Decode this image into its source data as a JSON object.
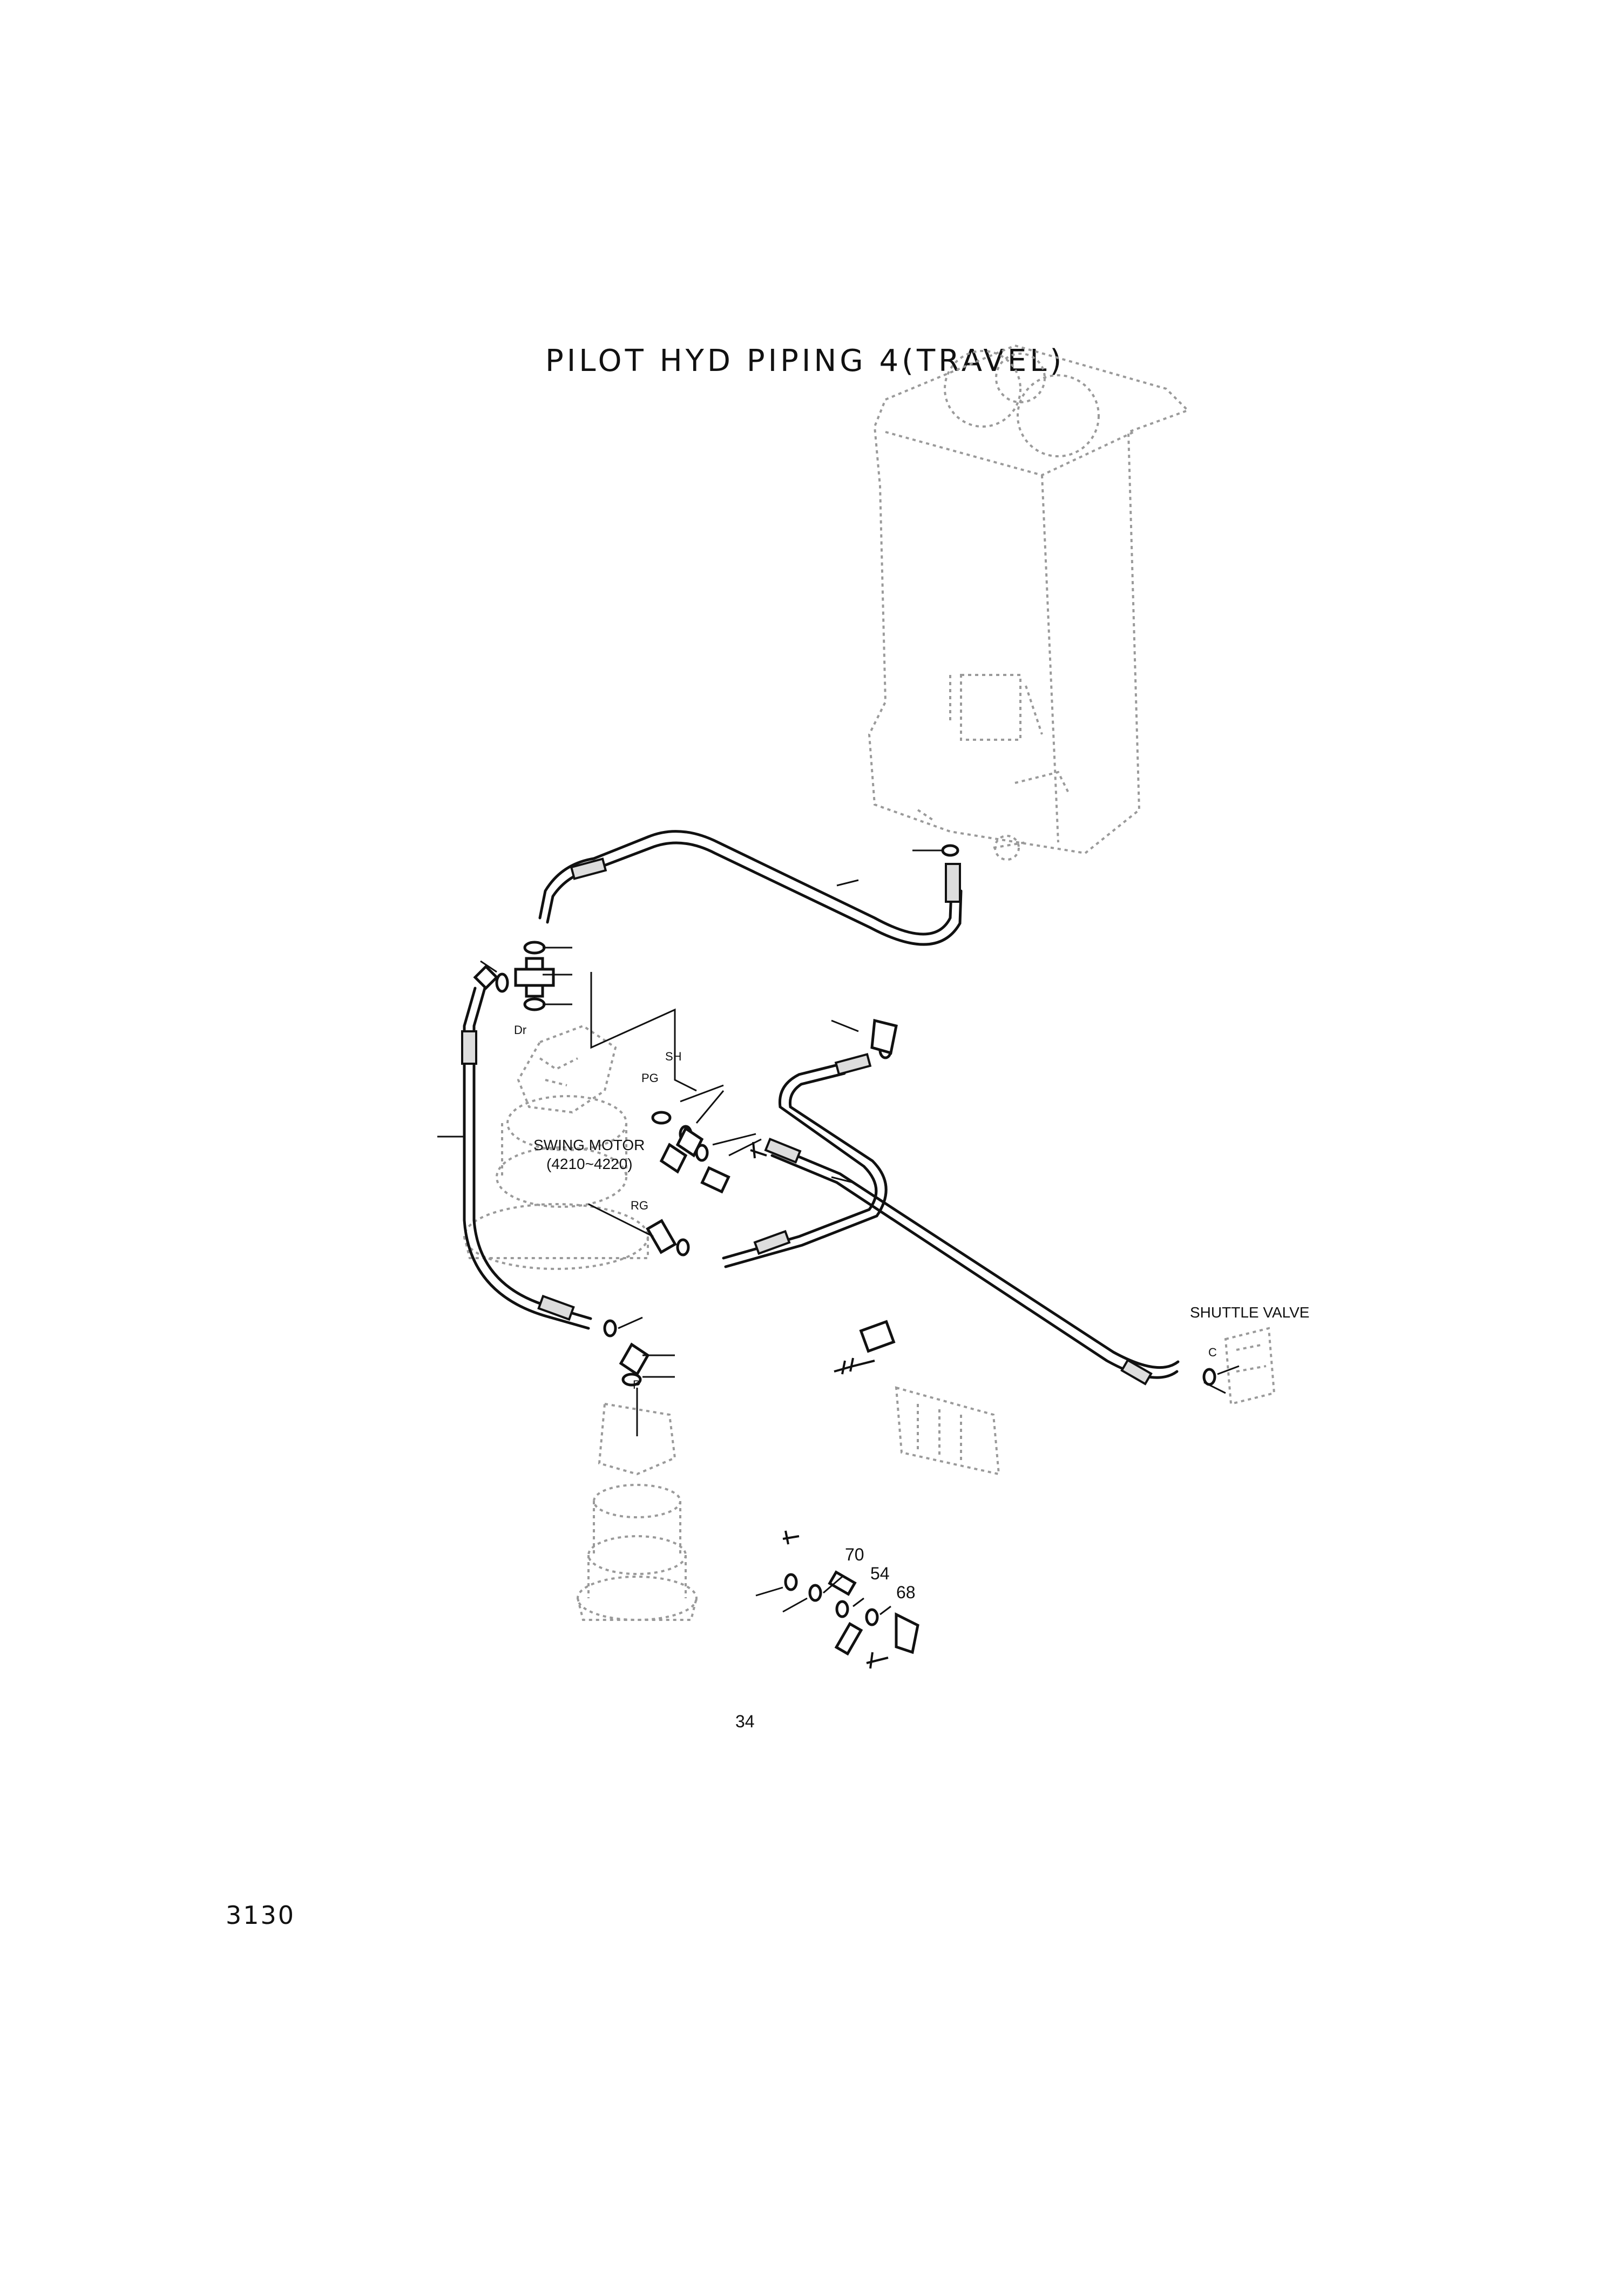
{
  "title": "PILOT HYD PIPING 4(TRAVEL)",
  "page_number": "34",
  "page_code": "3130",
  "labels": {
    "swing_motor": "SWING MOTOR",
    "swing_motor_range": "(4210~4220)",
    "shuttle_valve": "SHUTTLE VALVE",
    "port_dr": "Dr",
    "port_sh": "SH",
    "port_pg": "PG",
    "port_rg": "RG",
    "port_p": "P",
    "port_c": "C"
  },
  "callouts": [
    "70",
    "54",
    "68"
  ],
  "colors": {
    "line": "#111111",
    "ghost": "#9a9a9a",
    "background": "#ffffff"
  }
}
